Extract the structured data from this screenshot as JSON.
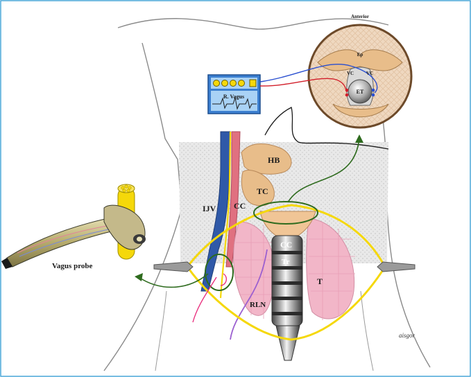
{
  "labels": {
    "anterior": "Anterior",
    "ep": "Ep",
    "vc_left": "VC",
    "vc_right": "VC",
    "et": "ET",
    "monitor": "R. Vagus",
    "hb": "HB",
    "tc": "TC",
    "ijv": "IJV",
    "cc_carotid": "CC",
    "cc_cricoid": "CC",
    "tr": "Tr",
    "t": "T",
    "rln": "RLN",
    "vagus_probe": "Vagus probe",
    "signature": "aisgor"
  },
  "colors": {
    "frame": "#4aa7d8",
    "monitor_blue": "#3b7fd0",
    "yellow": "#f5d80a",
    "vein": "#2f59a8",
    "artery": "#e07080",
    "thyroid": "#f2b6c8",
    "green_arrow": "#2e6b1e",
    "cartilage": "#e8bd8a"
  }
}
